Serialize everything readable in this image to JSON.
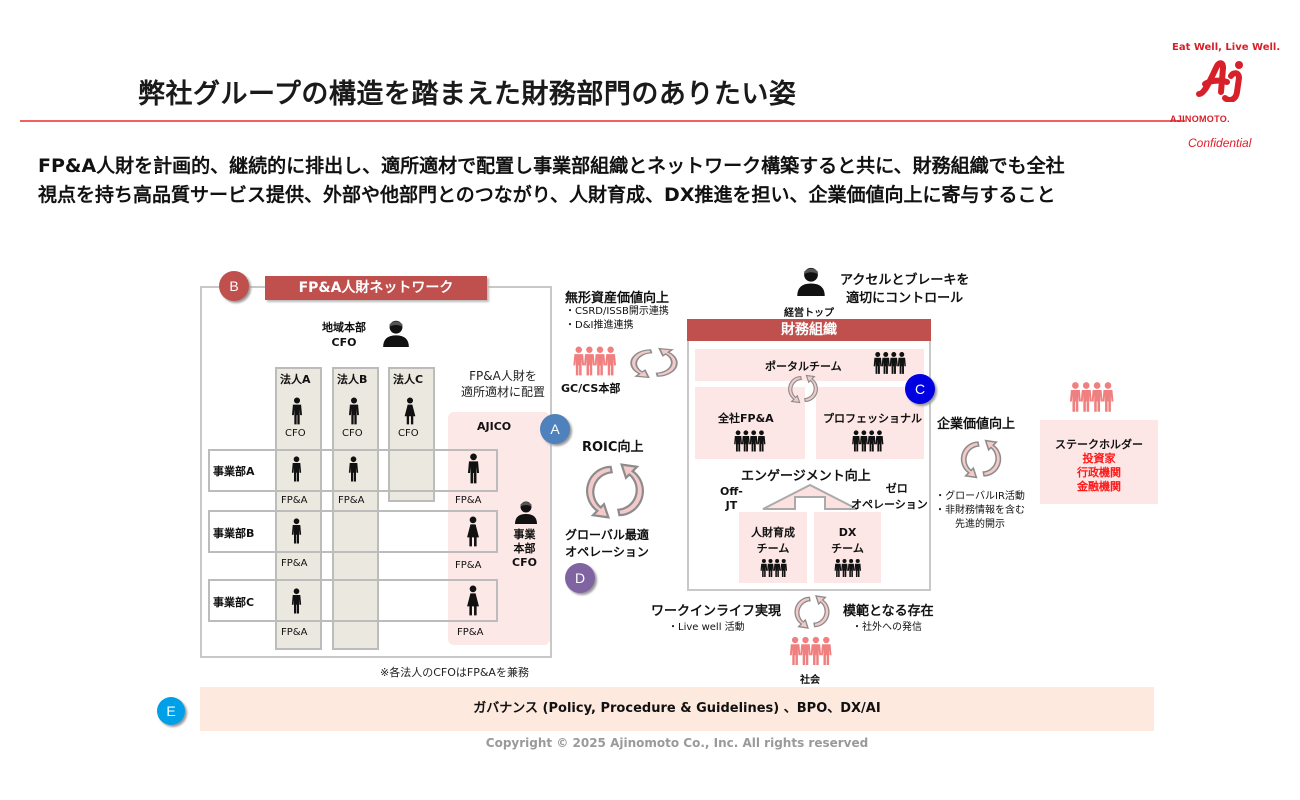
{
  "header": {
    "title": "弊社グループの構造を踏まえた財務部門のありたい姿",
    "brand_tagline": "Eat Well, Live Well.",
    "brand_name": "AJINOMOTO.",
    "confidential": "Confidential",
    "mission_line1": "FP&A人財を計画的、継続的に排出し、適所適材で配置し事業部組織とネットワーク構築すると共に、財務組織でも全社",
    "mission_line2": "視点を持ち高品質サービス提供、外部や他部門とのつながり、人財育成、DX推進を担い、企業価値向上に寄与すること"
  },
  "colors": {
    "brand_red": "#d8202a",
    "header_red": "#c0504d",
    "rule_red": "#f06060",
    "pink_fill": "#fde6e6",
    "beige_fill": "#eae8df",
    "gov_fill": "#fde9de",
    "circle_a": "#4f81bd",
    "circle_b": "#c0504d",
    "circle_c": "#0000e0",
    "circle_d": "#8064a2",
    "circle_e": "#00a0e8",
    "people_pink": "#f08080"
  },
  "markers": {
    "a": "A",
    "b": "B",
    "c": "C",
    "d": "D",
    "e": "E"
  },
  "network": {
    "title": "FP&A人財ネットワーク",
    "regional_hq_cfo_line1": "地域本部",
    "regional_hq_cfo_line2": "CFO",
    "entities": [
      "法人A",
      "法人B",
      "法人C"
    ],
    "cfo_label": "CFO",
    "placement_line1": "FP&A人財を",
    "placement_line2": "適所適材に配置",
    "ajico": "AJICO",
    "divisions": [
      "事業部A",
      "事業部B",
      "事業部C"
    ],
    "fpa_label": "FP&A",
    "div_hq_cfo": [
      "事業",
      "本部",
      "CFO"
    ],
    "note": "※各法人のCFOはFP&Aを兼務"
  },
  "middle": {
    "intangible_title": "無形資産価値向上",
    "intangible_items": [
      "・CSRD/ISSB開示連携",
      "・D&I推進連携"
    ],
    "gc_cs": "GC/CS本部",
    "roic": "ROIC向上",
    "global_opt_line1": "グローバル最適",
    "global_opt_line2": "オペレーション"
  },
  "finance": {
    "top_mgmt": "経営トップ",
    "accel_line1": "アクセルとブレーキを",
    "accel_line2": "適切にコントロール",
    "title": "財務組織",
    "portal_team": "ポータルチーム",
    "corporate_fpa": "全社FP&A",
    "professional": "プロフェッショナル",
    "engagement": "エンゲージメント向上",
    "off_jt_line1": "Off-",
    "off_jt_line2": "JT",
    "zero_ops_line1": "ゼロ",
    "zero_ops_line2": "オペレーション",
    "hr_team_line1": "人財育成",
    "hr_team_line2": "チーム",
    "dx_team_line1": "DX",
    "dx_team_line2": "チーム"
  },
  "right": {
    "corp_value": "企業価値向上",
    "ir_items": [
      "・グローバルIR活動",
      "・非財務情報を含む",
      "先進的開示"
    ],
    "stakeholder": "ステークホルダー",
    "stakeholder_items": [
      "投資家",
      "行政機関",
      "金融機関"
    ]
  },
  "society": {
    "work_in_life": "ワークインライフ実現",
    "live_well": "・Live well 活動",
    "role_model": "模範となる存在",
    "external_comm": "・社外への発信",
    "label": "社会"
  },
  "footer": {
    "governance": "ガバナンス (Policy, Procedure & Guidelines) 、BPO、DX/AI",
    "copyright": "Copyright © 2025 Ajinomoto Co., Inc. All rights reserved"
  }
}
